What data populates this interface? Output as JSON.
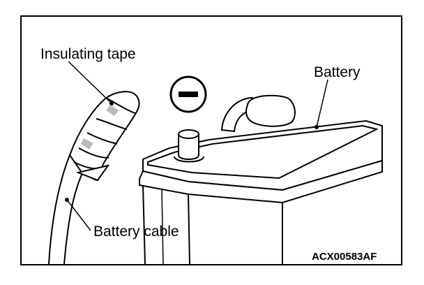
{
  "labels": {
    "insulating_tape": "Insulating tape",
    "battery": "Battery",
    "battery_cable": "Battery cable",
    "figure_code": "ACX00583AF"
  },
  "symbols": {
    "negative_terminal": "negative-terminal-icon"
  },
  "colors": {
    "line": "#000000",
    "background": "#ffffff"
  }
}
